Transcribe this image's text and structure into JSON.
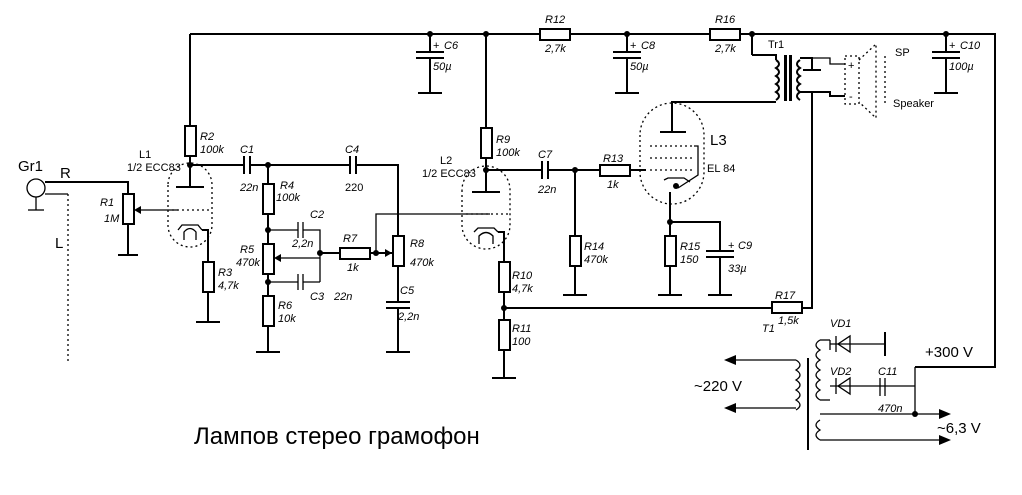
{
  "title": "Лампов стерео грамофон",
  "labels": {
    "gr1": "Gr1",
    "ch_r": "R",
    "ch_l": "L",
    "l1": "L1",
    "l1_type": "1/2 ECC83",
    "l2": "L2",
    "l2_type": "1/2 ECC83",
    "l3": "L3",
    "l3_type": "EL 84",
    "tr1": "Tr1",
    "t1": "T1",
    "sp": "SP",
    "speaker": "Speaker",
    "plus1": "+",
    "minus1": "-",
    "v300": "+300 V",
    "v220": "~220 V",
    "v63": "~6,3 V"
  },
  "components": {
    "r1": {
      "name": "R1",
      "value": "1M"
    },
    "r2": {
      "name": "R2",
      "value": "100k"
    },
    "r3": {
      "name": "R3",
      "value": "4,7k"
    },
    "r4": {
      "name": "R4",
      "value": "100k"
    },
    "r5": {
      "name": "R5",
      "value": "470k"
    },
    "r6": {
      "name": "R6",
      "value": "10k"
    },
    "r7": {
      "name": "R7",
      "value": "1k"
    },
    "r8": {
      "name": "R8",
      "value": "470k"
    },
    "r9": {
      "name": "R9",
      "value": "100k"
    },
    "r10": {
      "name": "R10",
      "value": "4,7k"
    },
    "r11": {
      "name": "R11",
      "value": "100"
    },
    "r12": {
      "name": "R12",
      "value": "2,7k"
    },
    "r13": {
      "name": "R13",
      "value": "1k"
    },
    "r14": {
      "name": "R14",
      "value": "470k"
    },
    "r15": {
      "name": "R15",
      "value": "150"
    },
    "r16": {
      "name": "R16",
      "value": "2,7k"
    },
    "r17": {
      "name": "R17",
      "value": "1,5k"
    },
    "c1": {
      "name": "C1",
      "value": "22n"
    },
    "c2": {
      "name": "C2",
      "value": "2,2n"
    },
    "c3": {
      "name": "C3",
      "value": "22n"
    },
    "c4": {
      "name": "C4",
      "value": "220"
    },
    "c5": {
      "name": "C5",
      "value": "2,2n"
    },
    "c6": {
      "name": "C6",
      "value": "50µ"
    },
    "c7": {
      "name": "C7",
      "value": "22n"
    },
    "c8": {
      "name": "C8",
      "value": "50µ"
    },
    "c9": {
      "name": "C9",
      "value": "33µ"
    },
    "c10": {
      "name": "C10",
      "value": "100µ"
    },
    "c11": {
      "name": "C11",
      "value": "470n"
    },
    "vd1": {
      "name": "VD1"
    },
    "vd2": {
      "name": "VD2"
    }
  }
}
